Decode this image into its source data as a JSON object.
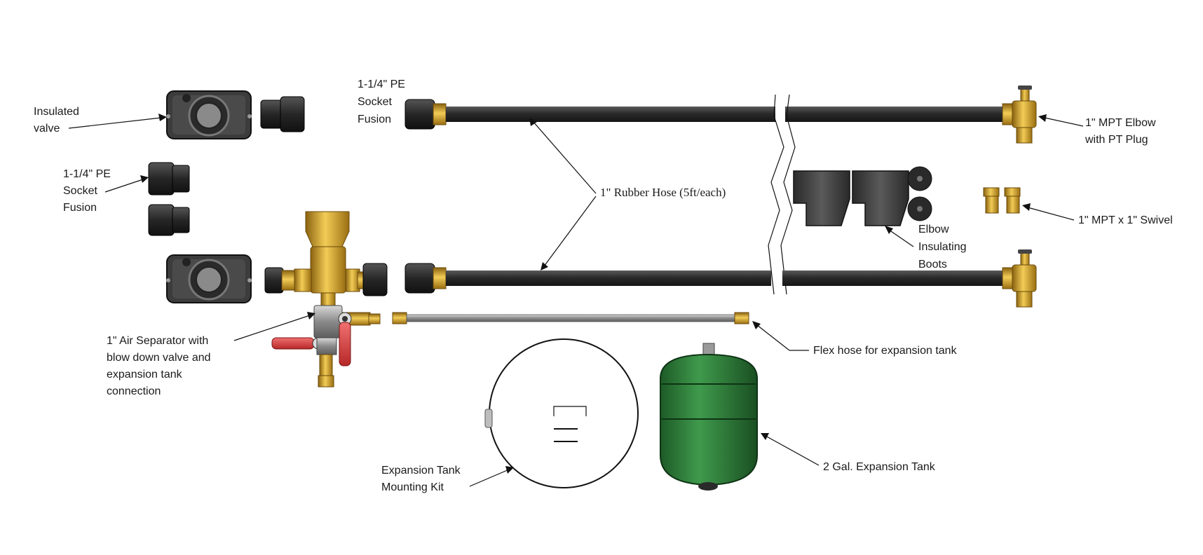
{
  "labels": {
    "insulated_valve": [
      "Insulated",
      "valve"
    ],
    "pe_socket_top": [
      "1-1/4\" PE",
      "Socket",
      "Fusion"
    ],
    "pe_socket_left": [
      "1-1/4\" PE",
      "Socket",
      "Fusion"
    ],
    "mpt_elbow": [
      "1\" MPT Elbow",
      "with PT Plug"
    ],
    "rubber_hose": "1\" Rubber Hose (5ft/each)",
    "elbow_boots": [
      "Elbow",
      "Insulating",
      "Boots"
    ],
    "mpt_swivel": "1\" MPT x 1\" Swivel",
    "air_separator": [
      "1\" Air Separator with",
      "blow down valve and",
      "expansion tank",
      "connection"
    ],
    "flex_hose": "Flex hose for expansion tank",
    "mounting_kit": [
      "Expansion Tank",
      "Mounting Kit"
    ],
    "expansion_tank": "2 Gal. Expansion Tank"
  },
  "colors": {
    "hose": "#2b2b2b",
    "brass": "#c9961f",
    "valve_body": "#4a4a4a",
    "tank_green": "#2f7a3a",
    "handle_red": "#d63a3a",
    "flex_hose": "#9a9a9a"
  }
}
